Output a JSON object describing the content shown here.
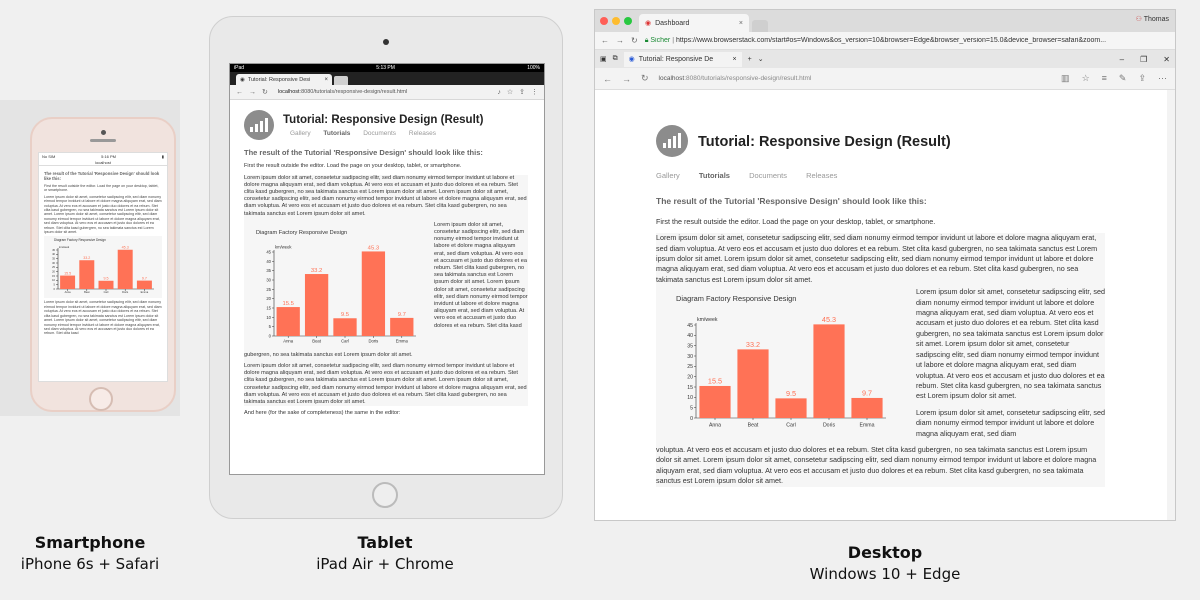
{
  "captions": {
    "phone": {
      "device": "Smartphone",
      "platform": "iPhone 6s + Safari"
    },
    "tablet": {
      "device": "Tablet",
      "platform": "iPad Air + Chrome"
    },
    "desktop": {
      "device": "Desktop",
      "platform": "Windows 10 + Edge"
    }
  },
  "page": {
    "title": "Tutorial: Responsive Design (Result)",
    "nav": [
      "Gallery",
      "Tutorials",
      "Documents",
      "Releases"
    ],
    "heading": "The result of the Tutorial 'Responsive Design' should look like this:",
    "intro": "First the result outside the editor. Load the page on your desktop, tablet, or smartphone.",
    "lorem_1": "Lorem ipsum dolor sit amet, consetetur sadipscing elitr, sed diam nonumy eirmod tempor invidunt ut labore et dolore magna aliquyam erat, sed diam voluptua. At vero eos et accusam et justo duo dolores et ea rebum. Stet clita kasd gubergren, no sea takimata sanctus est Lorem ipsum dolor sit amet. Lorem ipsum dolor sit amet, consetetur sadipscing elitr, sed diam nonumy eirmod tempor invidunt ut labore et dolore magna aliquyam erat, sed diam voluptua. At vero eos et accusam et justo duo dolores et ea rebum. Stet clita kasd gubergren, no sea takimata sanctus est Lorem ipsum dolor sit amet.",
    "lorem_side": "Lorem ipsum dolor sit amet, consetetur sadipscing elitr, sed diam nonumy eirmod tempor invidunt ut labore et dolore magna aliquyam erat, sed diam voluptua. At vero eos et accusam et justo duo dolores et ea rebum. Stet clita kasd gubergren, no sea takimata sanctus est Lorem ipsum dolor sit amet. Lorem ipsum dolor sit amet, consetetur sadipscing elitr, sed diam nonumy eirmod tempor invidunt ut labore et dolore magna aliquyam erat, sed diam voluptua. At vero eos et accusam et justo duo dolores et ea rebum. Stet clita kasd",
    "lorem_tail": "gubergren, no sea takimata sanctus est Lorem ipsum dolor sit amet.",
    "lorem_desk_side1": "Lorem ipsum dolor sit amet, consetetur sadipscing elitr, sed diam nonumy eirmod tempor invidunt ut labore et dolore magna aliquyam erat, sed diam voluptua. At vero eos et accusam et justo duo dolores et ea rebum. Stet clita kasd gubergren, no sea takimata sanctus est Lorem ipsum dolor sit amet. Lorem ipsum dolor sit amet, consetetur sadipscing elitr, sed diam nonumy eirmod tempor invidunt ut labore et dolore magna aliquyam erat, sed diam voluptua. At vero eos et accusam et justo duo dolores et ea rebum. Stet clita kasd gubergren, no sea takimata sanctus est Lorem ipsum dolor sit amet.",
    "lorem_desk_side2": "Lorem ipsum dolor sit amet, consetetur sadipscing elitr, sed diam nonumy eirmod tempor invidunt ut labore et dolore magna aliquyam erat, sed diam",
    "lorem_desk_tail": "voluptua. At vero eos et accusam et justo duo dolores et ea rebum. Stet clita kasd gubergren, no sea takimata sanctus est Lorem ipsum dolor sit amet. Lorem ipsum dolor sit amet, consetetur sadipscing elitr, sed diam nonumy eirmod tempor invidunt ut labore et dolore magna aliquyam erat, sed diam voluptua. At vero eos et accusam et justo duo dolores et ea rebum. Stet clita kasd gubergren, no sea takimata sanctus est Lorem ipsum dolor sit amet.",
    "editor_note": "And here (for the sake of completeness) the same in the editor:"
  },
  "phone": {
    "carrier": "No SIM",
    "time": "5:16 PM",
    "url": "localhost"
  },
  "tablet": {
    "status_left": "iPad",
    "time": "5:13 PM",
    "battery": "100%",
    "tab_title": "Tutorial: Responsive Desi",
    "url_host": "localhost",
    "url_rest": ":8080/tutorials/responsive-design/result.html"
  },
  "desktop": {
    "outer_tab": "Dashboard",
    "user": "Thomas",
    "secure_label": "Sicher",
    "outer_url": "https://www.browserstack.com/start#os=Windows&os_version=10&browser=Edge&browser_version=15.0&device_browser=safari&zoom...",
    "edge_tab": "Tutorial: Responsive De",
    "edge_url_host": "localhost",
    "edge_url_rest": ":8080/tutorials/responsive-design/result.html"
  },
  "colors": {
    "bar": "#ff7256",
    "logo": "#8c8c8c"
  },
  "chart_data": {
    "type": "bar",
    "title": "Diagram Factory Responsive Design",
    "ylabel": "km/week",
    "categories": [
      "Anna",
      "Beat",
      "Carl",
      "Doris",
      "Emma"
    ],
    "values": [
      15.5,
      33.2,
      9.5,
      45.3,
      9.7
    ],
    "ylim": [
      0,
      45
    ],
    "yticks": [
      0,
      5,
      10,
      15,
      20,
      25,
      30,
      35,
      40,
      45
    ],
    "grid": false,
    "legend": "none"
  }
}
